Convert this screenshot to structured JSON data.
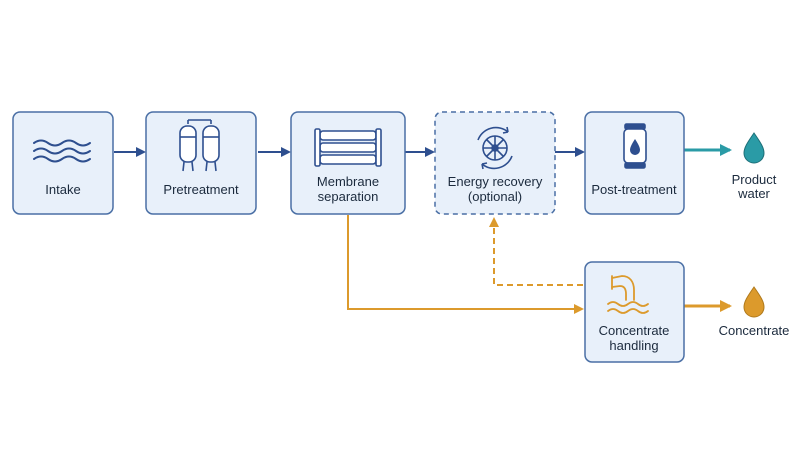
{
  "diagram": {
    "colors": {
      "main_flow": "#2e4f8f",
      "box_fill": "#e8f0fa",
      "box_stroke": "#4a6fa5",
      "product": "#2a9ba6",
      "concentrate": "#dc9a2c"
    },
    "steps": {
      "intake": {
        "label": "Intake",
        "icon": "waves-icon"
      },
      "pretreatment": {
        "label": "Pretreatment",
        "icon": "pressure-vessels-icon"
      },
      "membrane": {
        "line1": "Membrane",
        "line2": "separation",
        "icon": "membrane-stack-icon"
      },
      "energy": {
        "line1": "Energy recovery",
        "line2": "(optional)",
        "icon": "turbine-icon",
        "style": "dashed"
      },
      "post": {
        "label": "Post-treatment",
        "icon": "cartridge-icon"
      },
      "concentrate_handling": {
        "line1": "Concentrate",
        "line2": "handling",
        "icon": "outfall-pipe-icon"
      }
    },
    "outputs": {
      "product": {
        "line1": "Product",
        "line2": "water",
        "icon": "droplet-icon"
      },
      "concentrate": {
        "label": "Concentrate",
        "icon": "droplet-icon"
      }
    }
  }
}
